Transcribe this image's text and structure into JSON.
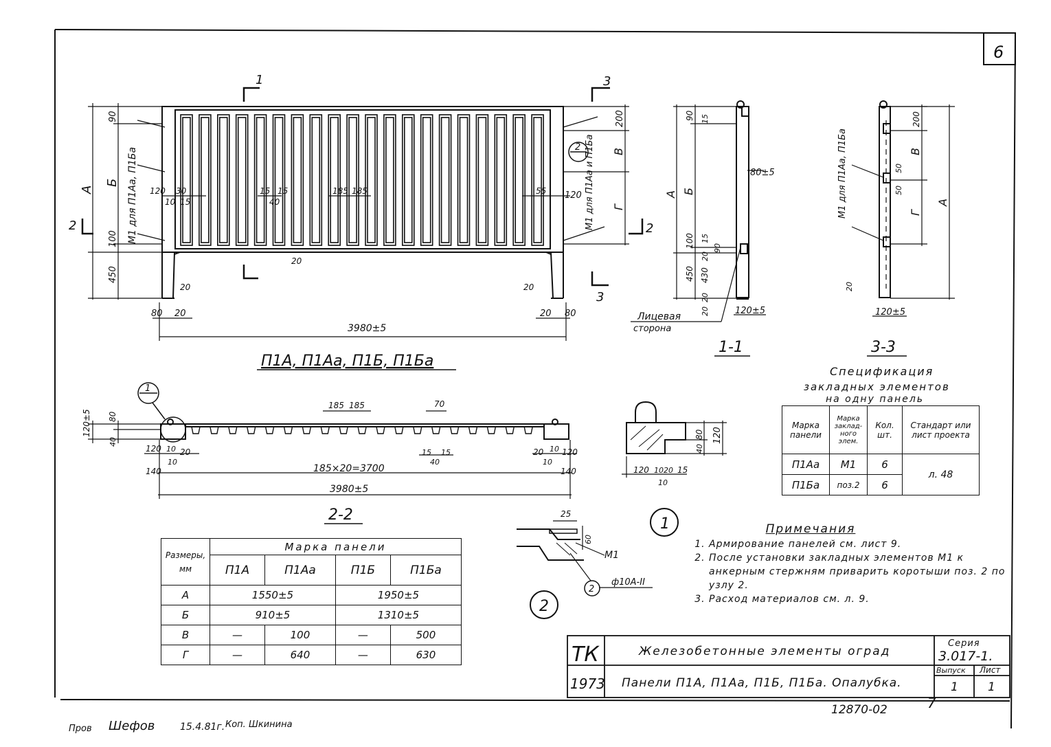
{
  "sheet_number": "6",
  "elevation": {
    "caption": "П1А, П1Аа, П1Б, П1Ба",
    "section_markers": [
      "1",
      "3",
      "2"
    ],
    "dims_left": [
      "90",
      "100",
      "450",
      "А",
      "Б"
    ],
    "dims_right": [
      "200",
      "В",
      "Г"
    ],
    "dims_inner": [
      "120",
      "30",
      "10",
      "15",
      "15",
      "15",
      "40",
      "185",
      "185",
      "55",
      "120",
      "20",
      "20",
      "20"
    ],
    "dims_bottom": [
      "80",
      "20",
      "20",
      "80",
      "3980±5"
    ],
    "leader_left": "М1 для П1Аа, П1Ба",
    "leader_right": "М1 для П1Аа и П1Ба",
    "callout_node": "2"
  },
  "section_1_1": {
    "caption": "1-1",
    "dims": [
      "90",
      "15",
      "80±5",
      "100",
      "15",
      "20",
      "90",
      "450",
      "430",
      "20",
      "20",
      "120±5",
      "А",
      "Б"
    ],
    "face_label_1": "Лицевая",
    "face_label_2": "сторона"
  },
  "section_3_3": {
    "caption": "3-3",
    "dims": [
      "200",
      "В",
      "50",
      "50",
      "Г",
      "А",
      "20",
      "120±5"
    ],
    "leader": "М1 для П1Аа, П1Ба"
  },
  "section_2_2": {
    "caption": "2-2",
    "dims": [
      "120±5",
      "80",
      "40",
      "120",
      "10",
      "20",
      "140",
      "10",
      "185",
      "185",
      "70",
      "15",
      "15",
      "40",
      "20",
      "10",
      "120",
      "140",
      "10",
      "185×20=3700",
      "3980±5"
    ],
    "callout_node": "1"
  },
  "node_1": {
    "label": "1",
    "dims": [
      "80",
      "40",
      "120",
      "120",
      "10",
      "20",
      "15",
      "10"
    ]
  },
  "node_2": {
    "label": "2",
    "dims": [
      "25",
      "60",
      "М1",
      "2",
      "ф10А-II"
    ]
  },
  "spec": {
    "title_1": "Спецификация",
    "title_2": "закладных элементов",
    "title_3": "на одну панель",
    "headers": [
      "Марка панели",
      "Марка заклад- ного элем.",
      "Кол. шт.",
      "Стандарт или лист проекта"
    ],
    "rows": [
      [
        "П1Аа",
        "М1",
        "6"
      ],
      [
        "П1Ба",
        "поз.2",
        "6"
      ]
    ],
    "reference": "л. 48"
  },
  "notes": {
    "title": "Примечания",
    "items": [
      "Армирование панелей см. лист 9.",
      "После установки закладных элементов М1 к анкерным стержням приварить коротыши поз. 2 по узлу 2.",
      "Расход материалов см. л. 9."
    ]
  },
  "sizes_table": {
    "corner_1": "Размеры,",
    "corner_2": "мм",
    "group_header": "Марка панели",
    "columns": [
      "П1А",
      "П1Аа",
      "П1Б",
      "П1Ба"
    ],
    "rows": [
      {
        "label": "А",
        "merged": [
          "1550±5",
          "1950±5"
        ]
      },
      {
        "label": "Б",
        "merged": [
          "910±5",
          "1310±5"
        ]
      },
      {
        "label": "В",
        "cells": [
          "—",
          "100",
          "—",
          "500"
        ]
      },
      {
        "label": "Г",
        "cells": [
          "—",
          "640",
          "—",
          "630"
        ]
      }
    ]
  },
  "title_block": {
    "org": "ТК",
    "year": "1973",
    "title": "Железобетонные элементы оград",
    "subtitle": "Панели П1А, П1Аа, П1Б, П1Ба. Опалубка.",
    "series_label": "Серия",
    "series": "3.017-1.",
    "issue_label": "Выпуск",
    "issue": "1",
    "sheet_label": "Лист",
    "sheet": "1"
  },
  "footer": {
    "code": "12870-02",
    "page": "7",
    "stamp": "Пров",
    "signature": "Шефов",
    "date": "15.4.81г.",
    "copied_by": "Коп. Шкинина"
  }
}
